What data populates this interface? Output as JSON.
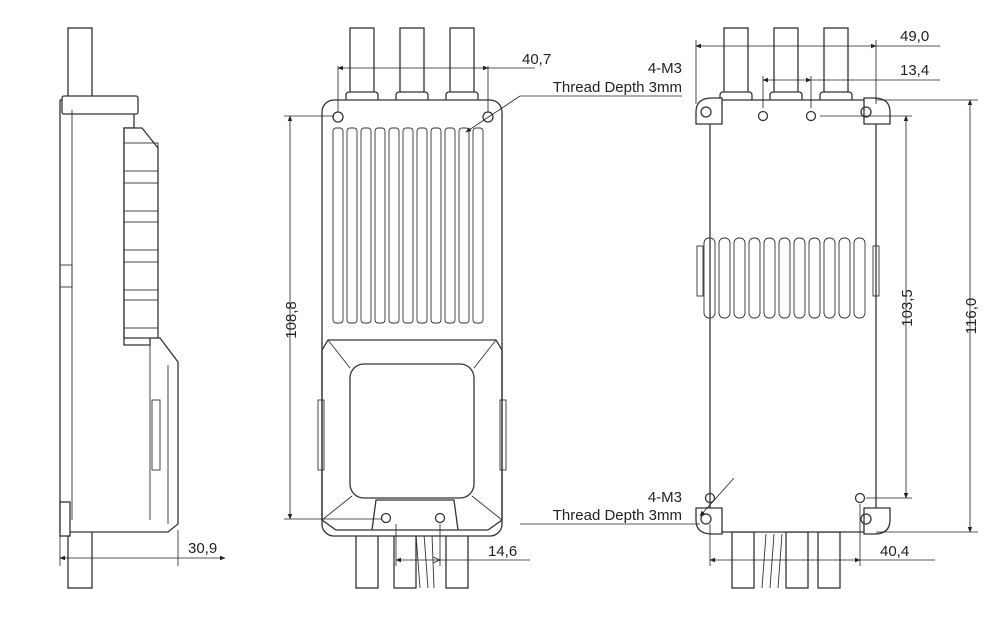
{
  "diagram": {
    "dimensions": {
      "front_top_spacing": "40,7",
      "front_height": "108,8",
      "front_bottom_spacing": "14,6",
      "side_depth": "30,9",
      "back_width": "49,0",
      "back_top_spacing": "13,4",
      "back_hole_span": "103,5",
      "back_height": "116,0",
      "back_bottom_width": "40,4"
    },
    "notes": {
      "top_thread_spec": "4-M3",
      "top_thread_depth": "Thread Depth 3mm",
      "bottom_thread_spec": "4-M3",
      "bottom_thread_depth": "Thread Depth 3mm"
    }
  }
}
